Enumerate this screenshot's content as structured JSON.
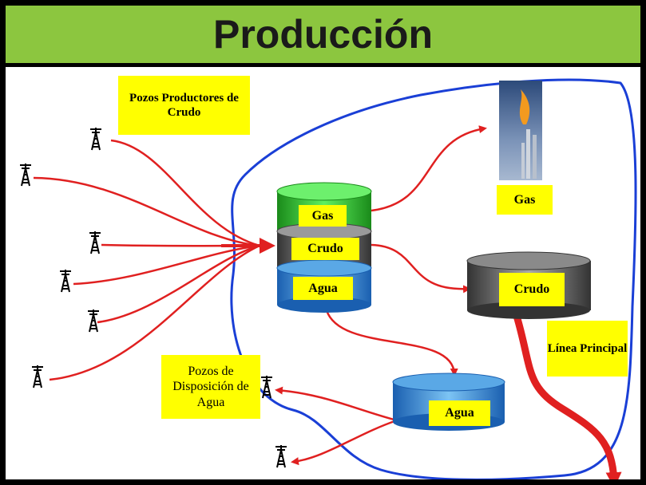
{
  "title": "Producción",
  "labels": {
    "producer_wells": "Pozos Productores de Crudo",
    "disposal_wells": "Pozos de Disposición de Agua",
    "separator_gas": "Gas",
    "separator_crude": "Crudo",
    "separator_water": "Agua",
    "flare_gas": "Gas",
    "tank_crude": "Crudo",
    "tank_water": "Agua",
    "main_line": "Línea Principal"
  },
  "colors": {
    "header": "#8cc63f",
    "pipe": "#e02020",
    "boundary": "#1a3fd6",
    "label_bg": "#ffff00"
  }
}
